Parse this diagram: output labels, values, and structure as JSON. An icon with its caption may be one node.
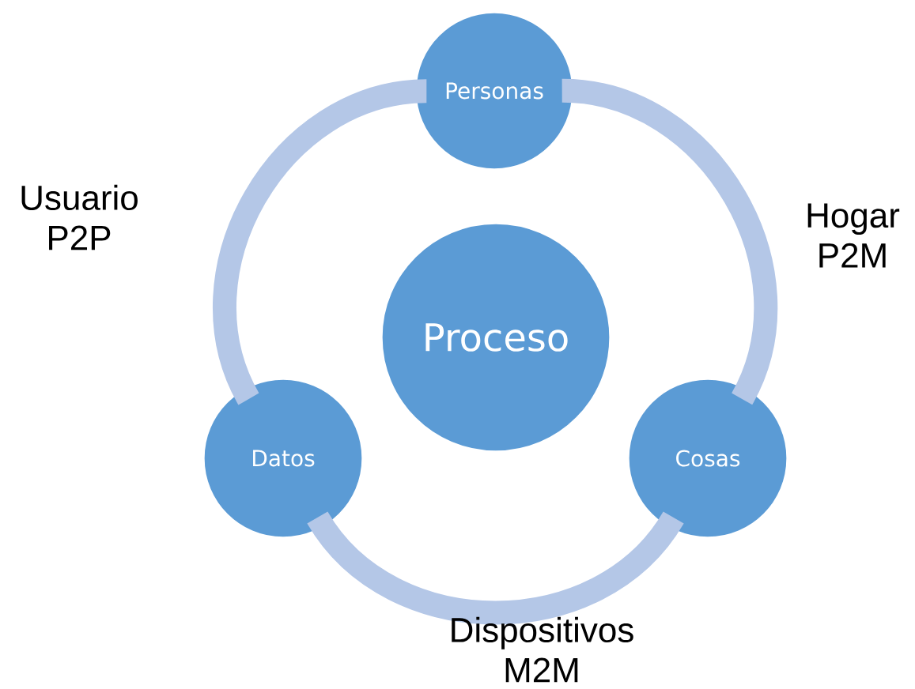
{
  "diagram": {
    "nodes": [
      {
        "text": [
          "Personas"
        ]
      },
      {
        "text": [
          "Proceso"
        ]
      },
      {
        "text": [
          "Datos"
        ]
      },
      {
        "text": [
          "Cosas"
        ]
      }
    ],
    "edges": [
      {
        "from": 0,
        "to": 3,
        "arrow": "none"
      },
      {
        "from": 3,
        "to": 2,
        "arrow": "none"
      },
      {
        "from": 2,
        "to": 0,
        "arrow": "none"
      }
    ],
    "labels": [
      "Usuario P2P",
      "Hogar P2M",
      "Dispositivos M2M"
    ]
  }
}
